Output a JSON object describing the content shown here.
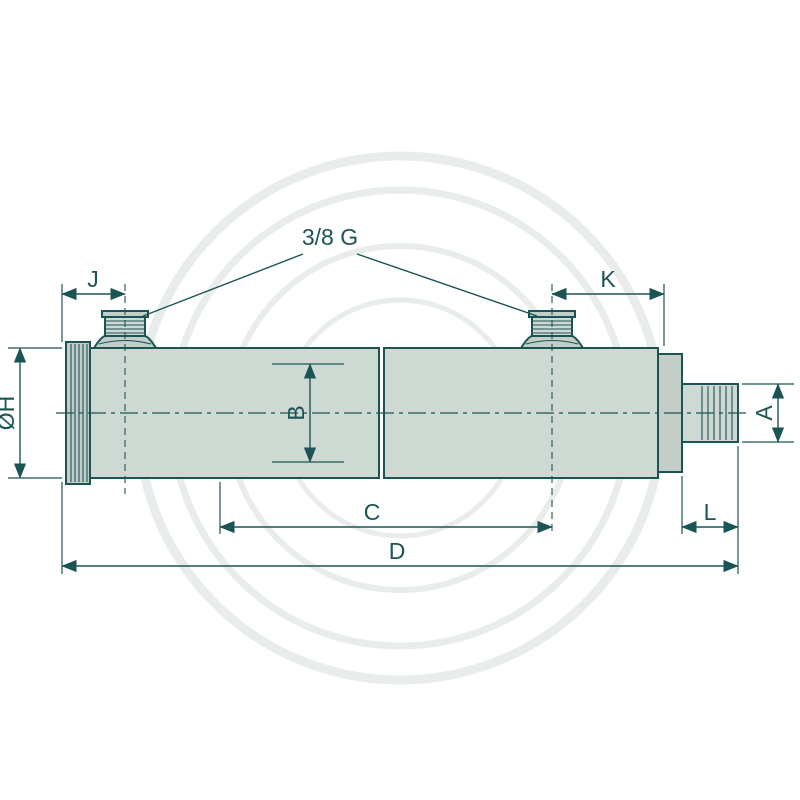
{
  "diagram": {
    "thread_label": "3/8 G",
    "dims": {
      "j": "J",
      "k": "K",
      "diameter_h": "ØH",
      "b": "B",
      "a": "A",
      "c": "C",
      "l": "L",
      "d": "D"
    },
    "colors": {
      "line": "#1c5456",
      "body_fill": "#ced9d4",
      "body_fill_dark": "#c3cec9",
      "watermark": "#e8eceb",
      "background": "#ffffff"
    }
  }
}
